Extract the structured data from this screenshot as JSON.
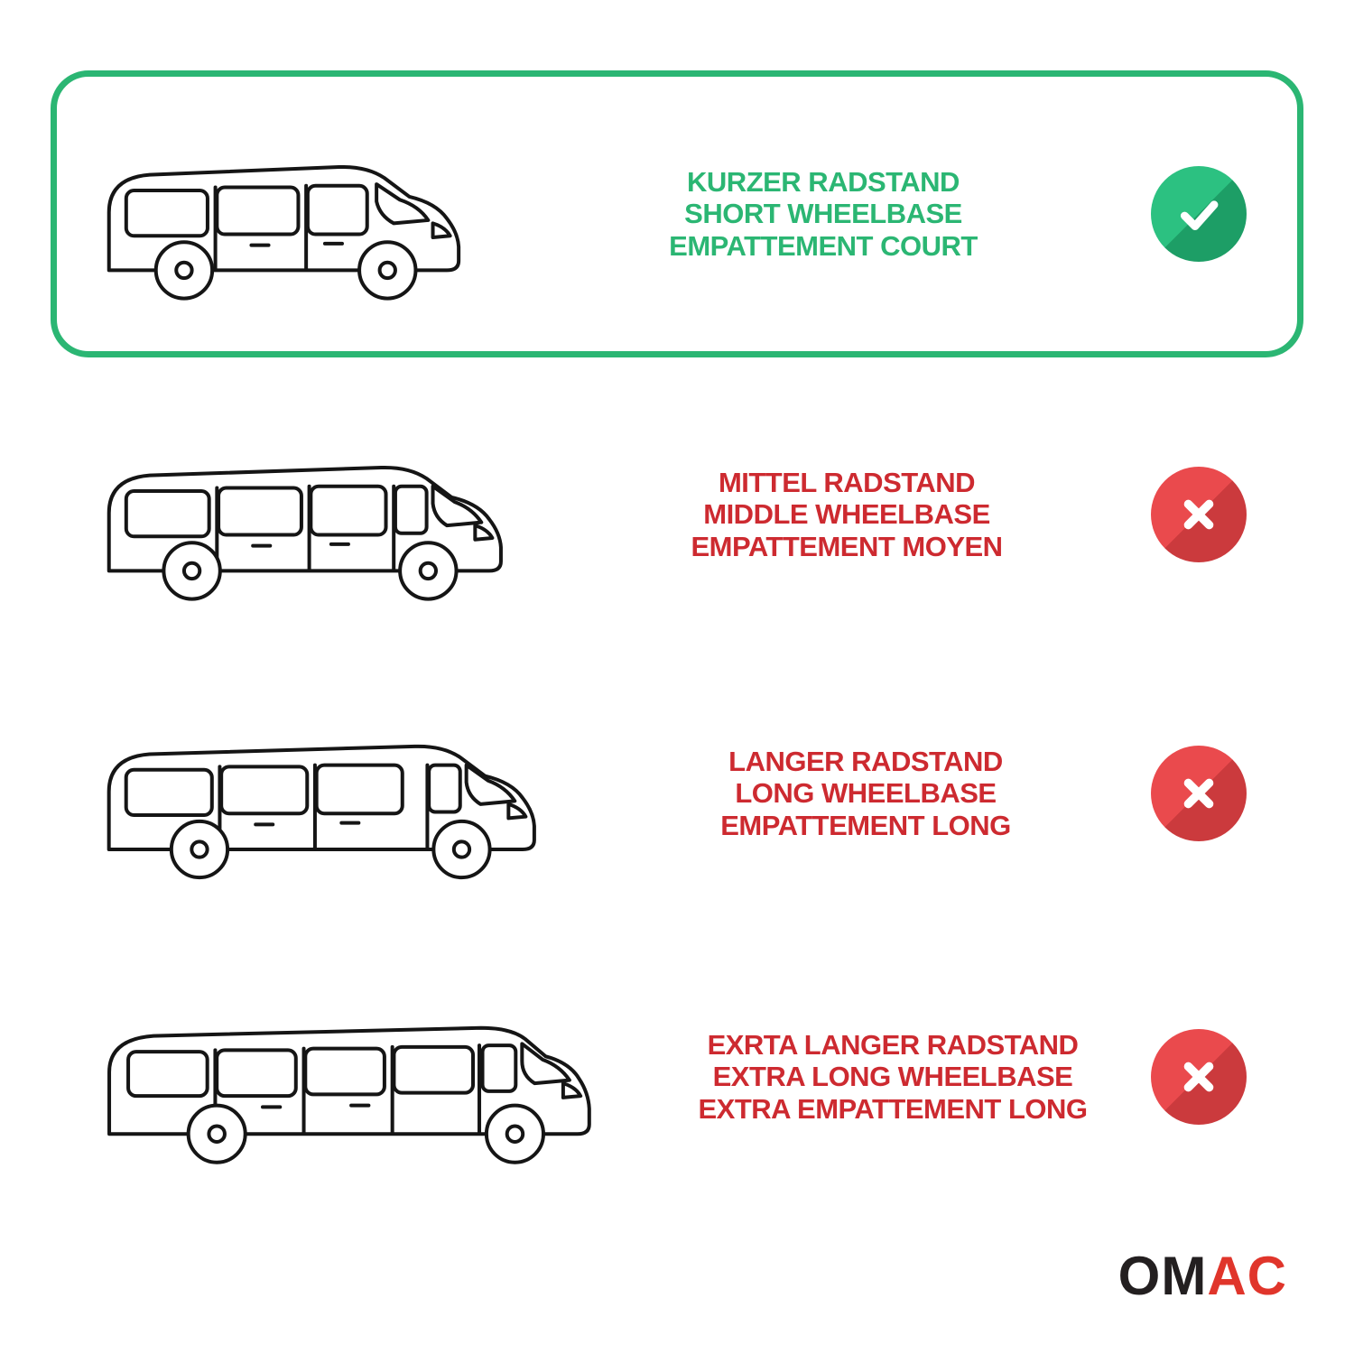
{
  "rows": [
    {
      "id": "short-wheelbase",
      "selected": true,
      "status": "yes",
      "lines": [
        "KURZER RADSTAND",
        "SHORT WHEELBASE",
        "EMPATTEMENT COURT"
      ]
    },
    {
      "id": "middle-wheelbase",
      "selected": false,
      "status": "no",
      "lines": [
        "MITTEL RADSTAND",
        "MIDDLE WHEELBASE",
        "EMPATTEMENT MOYEN"
      ]
    },
    {
      "id": "long-wheelbase",
      "selected": false,
      "status": "no",
      "lines": [
        "LANGER RADSTAND",
        "LONG WHEELBASE",
        "EMPATTEMENT LONG"
      ]
    },
    {
      "id": "extra-long-wheelbase",
      "selected": false,
      "status": "no",
      "lines": [
        "EXRTA LANGER RADSTAND",
        "EXTRA LONG WHEELBASE",
        "EXTRA EMPATTEMENT LONG"
      ]
    }
  ],
  "icons": {
    "selected": "check-icon",
    "rejected": "cross-icon"
  },
  "colors": {
    "green": "#2bb673",
    "green_light": "#2cc181",
    "green_dark": "#1d9e66",
    "green_text": "#2bb673",
    "red": "#ea4a4d",
    "red_dark": "#cb3a3d",
    "red_text": "#cd2a30",
    "logo_dark": "#231f20",
    "logo_red": "#e0352b"
  },
  "logo": {
    "text_dark": "OM",
    "text_red": "AC"
  }
}
